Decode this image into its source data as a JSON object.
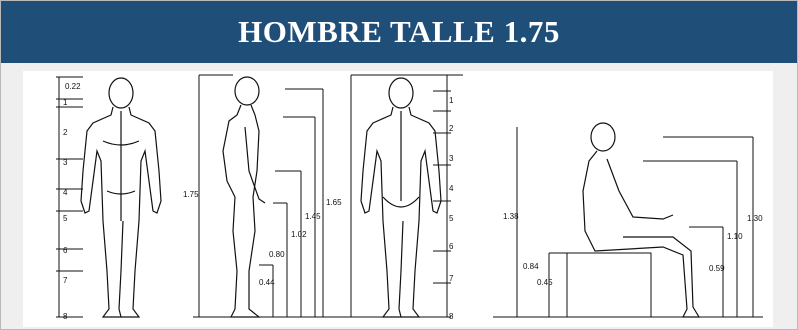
{
  "title": "HOMBRE TALLE 1.75",
  "colors": {
    "banner": "#1f4e79",
    "banner_text": "#ffffff",
    "background": "#efefef"
  },
  "front_view": {
    "top_label": "0.22",
    "segment_labels": [
      "1",
      "2",
      "3",
      "4",
      "5",
      "6",
      "7",
      "8"
    ]
  },
  "side_view": {
    "labels": [
      "1.75",
      "1.65",
      "1.45",
      "1.02",
      "0.80",
      "0.44"
    ]
  },
  "back_view": {
    "segment_labels": [
      "1",
      "2",
      "3",
      "4",
      "5",
      "6",
      "7",
      "8"
    ]
  },
  "seated_view": {
    "labels": [
      "1.38",
      "0.84",
      "0.45",
      "1.30",
      "1.10",
      "0.59"
    ]
  }
}
